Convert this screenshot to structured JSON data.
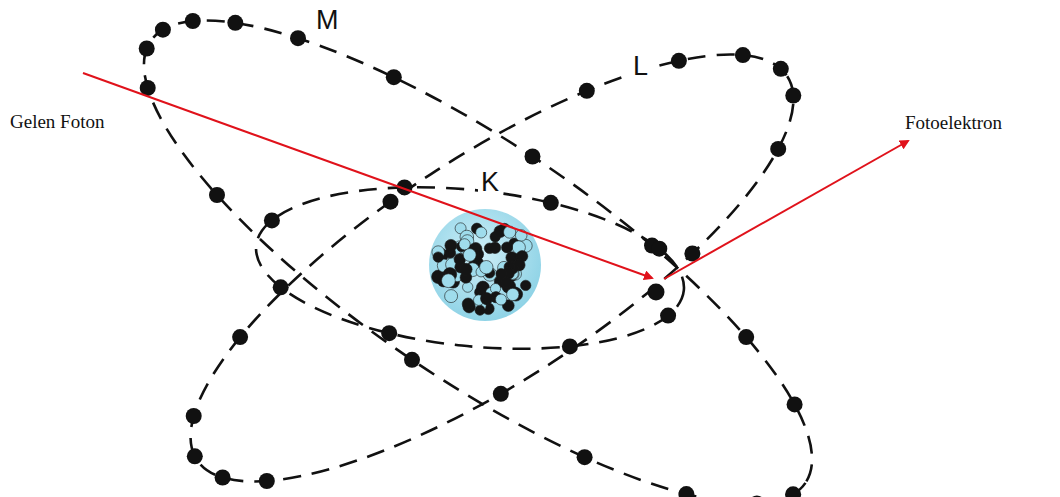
{
  "diagram": {
    "labels": [
      "M",
      "L",
      "K",
      "Gelen Foton",
      "Fotoelektron"
    ]
  }
}
